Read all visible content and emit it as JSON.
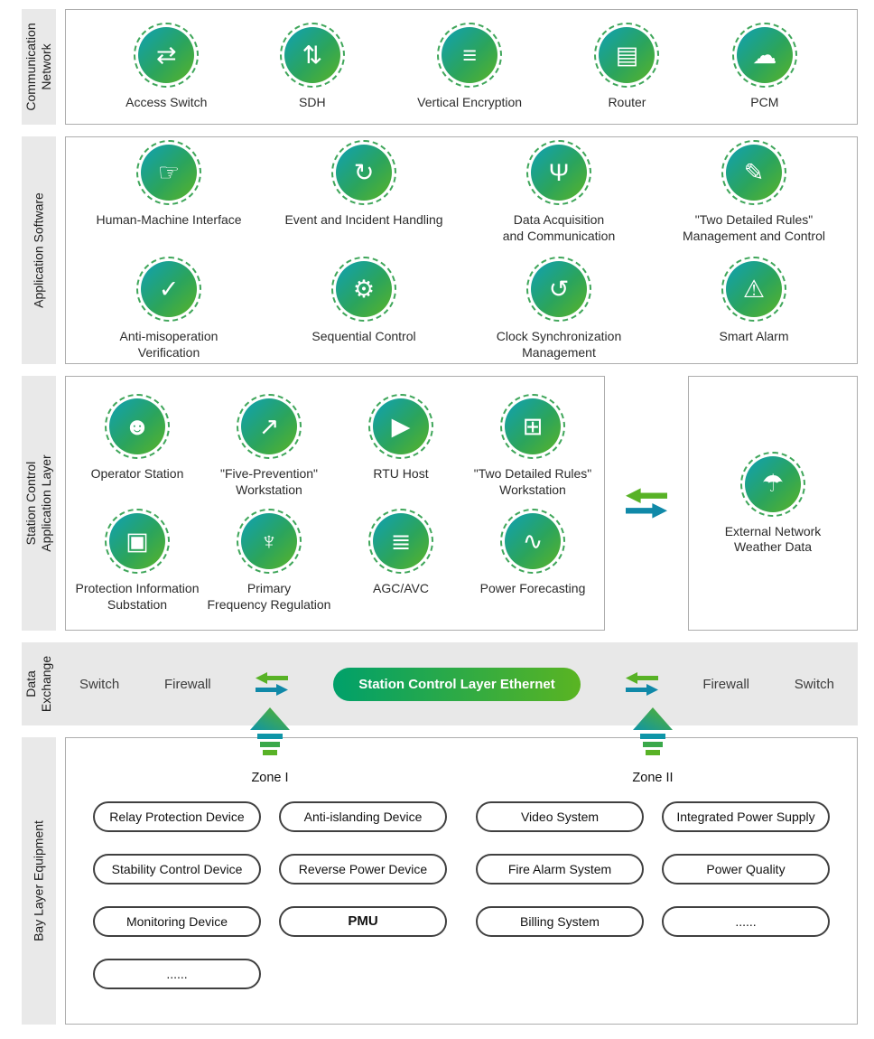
{
  "colors": {
    "accent_green": "#5ab422",
    "accent_teal": "#0f95a8",
    "band_gray": "#e8e8e8",
    "ethernet_pill_gradient": [
      "#00a06a",
      "#5ab422"
    ]
  },
  "layers": {
    "communication_network": {
      "label": "Communication\nNetwork",
      "items": [
        {
          "name": "access-switch",
          "label": "Access Switch",
          "glyph": "⇄"
        },
        {
          "name": "sdh",
          "label": "SDH",
          "glyph": "⇅"
        },
        {
          "name": "vertical-encryption",
          "label": "Vertical Encryption",
          "glyph": "≡"
        },
        {
          "name": "router",
          "label": "Router",
          "glyph": "▤"
        },
        {
          "name": "pcm",
          "label": "PCM",
          "glyph": "☁"
        }
      ]
    },
    "application_software": {
      "label": "Application Software",
      "items": [
        {
          "name": "human-machine-interface",
          "label": "Human-Machine Interface",
          "glyph": "☞"
        },
        {
          "name": "event-incident-handling",
          "label": "Event and Incident Handling",
          "glyph": "↻"
        },
        {
          "name": "data-acquisition-communication",
          "label": "Data Acquisition\nand Communication",
          "glyph": "Ψ"
        },
        {
          "name": "two-detailed-rules-management",
          "label": "\"Two Detailed Rules\"\nManagement and Control",
          "glyph": "✎"
        },
        {
          "name": "anti-misoperation-verification",
          "label": "Anti-misoperation\nVerification",
          "glyph": "✓"
        },
        {
          "name": "sequential-control",
          "label": "Sequential Control",
          "glyph": "⚙"
        },
        {
          "name": "clock-synchronization-management",
          "label": "Clock Synchronization\nManagement",
          "glyph": "↺"
        },
        {
          "name": "smart-alarm",
          "label": "Smart Alarm",
          "glyph": "⚠"
        }
      ]
    },
    "station_control": {
      "label": "Station Control\nApplication Layer",
      "items": [
        {
          "name": "operator-station",
          "label": "Operator Station",
          "glyph": "☻"
        },
        {
          "name": "five-prevention-workstation",
          "label": "\"Five-Prevention\"\nWorkstation",
          "glyph": "↗"
        },
        {
          "name": "rtu-host",
          "label": "RTU Host",
          "glyph": "▶"
        },
        {
          "name": "two-detailed-rules-workstation",
          "label": "\"Two Detailed Rules\"\nWorkstation",
          "glyph": "⊞"
        },
        {
          "name": "protection-information-substation",
          "label": "Protection Information\nSubstation",
          "glyph": "▣"
        },
        {
          "name": "primary-frequency-regulation",
          "label": "Primary\nFrequency Regulation",
          "glyph": "♆"
        },
        {
          "name": "agc-avc",
          "label": "AGC/AVC",
          "glyph": "≣"
        },
        {
          "name": "power-forecasting",
          "label": "Power Forecasting",
          "glyph": "∿"
        }
      ],
      "external": {
        "name": "external-network-weather-data",
        "label": "External Network\nWeather Data",
        "glyph": "☂"
      }
    },
    "data_exchange": {
      "label": "Data\nExchange",
      "switch_left": "Switch",
      "firewall_left": "Firewall",
      "ethernet": "Station Control Layer Ethernet",
      "firewall_right": "Firewall",
      "switch_right": "Switch"
    },
    "bay_layer": {
      "label": "Bay Layer Equipment",
      "zones": [
        {
          "label": "Zone I",
          "devices": [
            [
              {
                "label": "Relay Protection Device"
              },
              {
                "label": "Anti-islanding Device"
              }
            ],
            [
              {
                "label": "Stability Control Device"
              },
              {
                "label": "Reverse Power Device"
              }
            ],
            [
              {
                "label": "Monitoring Device"
              },
              {
                "label": "PMU",
                "bold": true
              }
            ],
            [
              {
                "label": "......"
              },
              null
            ]
          ]
        },
        {
          "label": "Zone II",
          "devices": [
            [
              {
                "label": "Video System"
              },
              {
                "label": "Integrated Power Supply"
              }
            ],
            [
              {
                "label": "Fire Alarm System"
              },
              {
                "label": "Power Quality"
              }
            ],
            [
              {
                "label": "Billing System"
              },
              {
                "label": "......"
              }
            ]
          ]
        }
      ]
    }
  }
}
